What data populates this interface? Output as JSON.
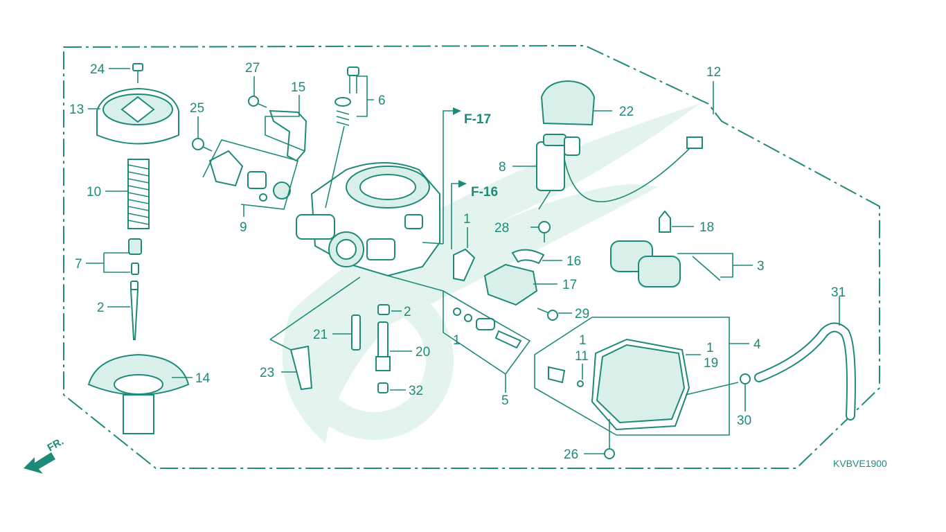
{
  "diagram": {
    "code": "KVBVE1900",
    "front_label": "FR.",
    "refs": {
      "f17": "F-17",
      "f16": "F-16"
    },
    "callouts": {
      "c24": "24",
      "c13": "13",
      "c10": "10",
      "c7": "7",
      "c2a": "2",
      "c14": "14",
      "c27": "27",
      "c15": "15",
      "c25": "25",
      "c9": "9",
      "c6": "6",
      "c1a": "1",
      "c1b": "1",
      "c1c": "1",
      "c1d": "1",
      "c12": "12",
      "c22": "22",
      "c8": "8",
      "c28": "28",
      "c18": "18",
      "c16": "16",
      "c3": "3",
      "c17": "17",
      "c29": "29",
      "c2b": "2",
      "c21": "21",
      "c20": "20",
      "c23": "23",
      "c32": "32",
      "c5": "5",
      "c31": "31",
      "c4": "4",
      "c11": "11",
      "c19": "19",
      "c30": "30",
      "c26": "26"
    },
    "colors": {
      "line": "#1d8a78",
      "watermark": "#e3f4ee"
    }
  }
}
